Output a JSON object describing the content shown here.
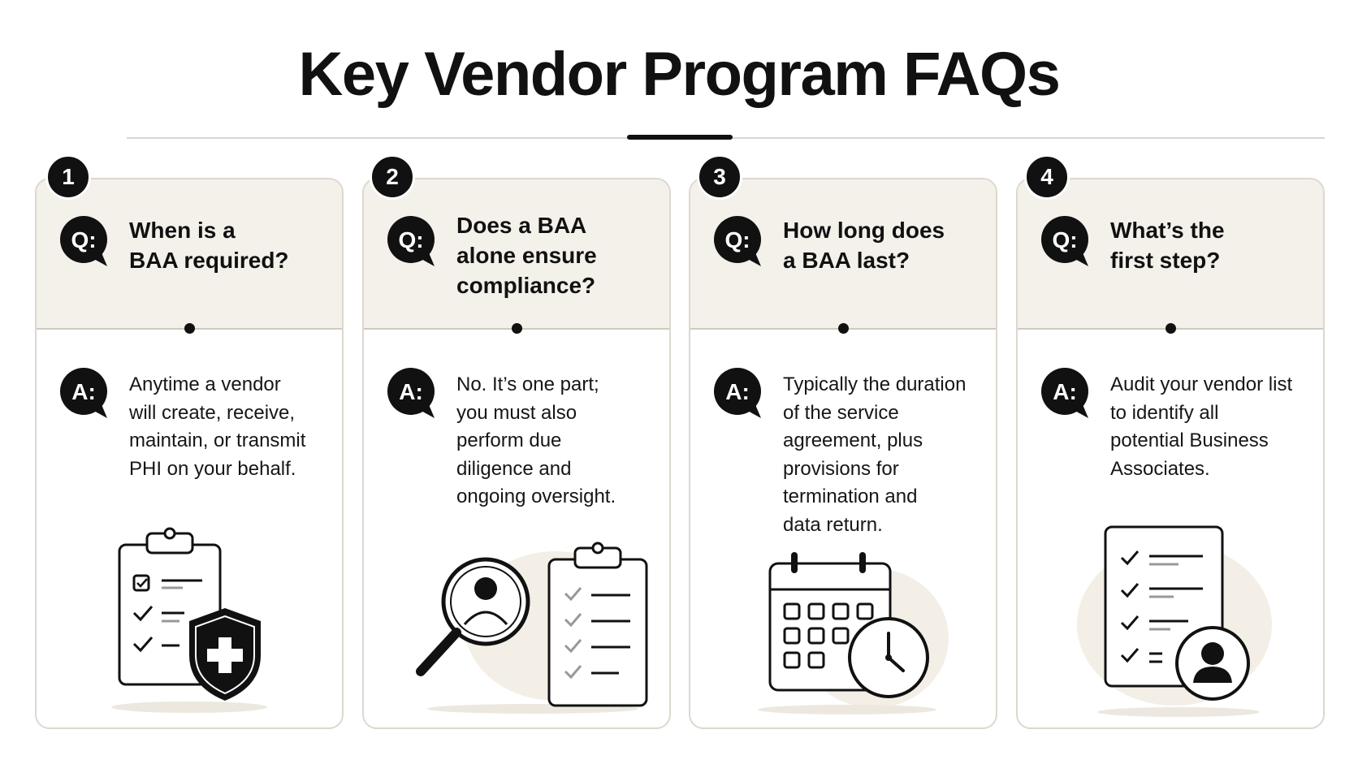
{
  "page": {
    "title": "Key Vendor Program FAQs"
  },
  "colors": {
    "ink": "#111111",
    "question_panel": "#f4f1ea",
    "card_border": "#dcd8cf",
    "illustration_wash": "#f3efe7"
  },
  "labels": {
    "q": "Q:",
    "a": "A:"
  },
  "cards": [
    {
      "number": "1",
      "question": "When is a\nBAA required?",
      "answer": "Anytime a vendor\nwill create, receive,\nmaintain, or transmit\nPHI on your behalf.",
      "illustration": "clipboard-shield-icon"
    },
    {
      "number": "2",
      "question": "Does a BAA\nalone ensure\ncompliance?",
      "answer": "No. It’s one part;\nyou must also\nperform due\ndiligence and\nongoing oversight.",
      "illustration": "magnifier-checklist-icon"
    },
    {
      "number": "3",
      "question": "How long does\na BAA last?",
      "answer": "Typically the duration\nof the service\nagreement, plus\nprovisions for\ntermination and\ndata return.",
      "illustration": "calendar-clock-icon"
    },
    {
      "number": "4",
      "question": "What’s the\nfirst step?",
      "answer": "Audit your vendor list\nto identify all\npotential Business\nAssociates.",
      "illustration": "checklist-person-icon"
    }
  ]
}
